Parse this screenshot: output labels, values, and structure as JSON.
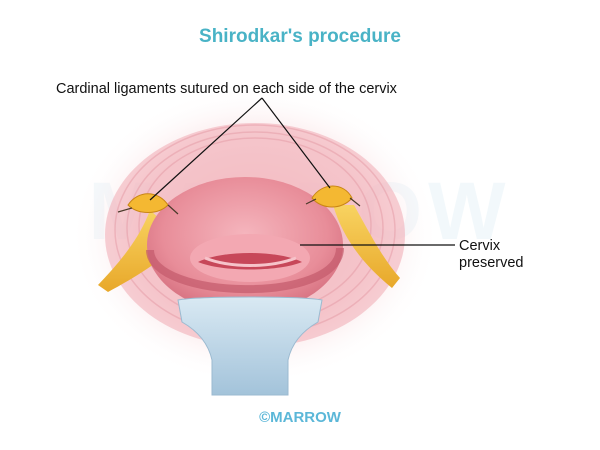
{
  "title": "Shirodkar's procedure",
  "labels": {
    "cardinal": "Cardinal ligaments sutured on each side of the cervix",
    "cervix_line1": "Cervix",
    "cervix_line2": "preserved"
  },
  "copyright": "©MARROW",
  "watermark": "MARROW",
  "colors": {
    "title": "#49b3c6",
    "tissue_outer": "#f4c3c8",
    "tissue_mid": "#e88d99",
    "cervix_lip": "#e77b8b",
    "os": "#c74759",
    "ligament": "#f3b932",
    "speculum": "#a9c9de",
    "copyright": "#5bb7d8"
  }
}
